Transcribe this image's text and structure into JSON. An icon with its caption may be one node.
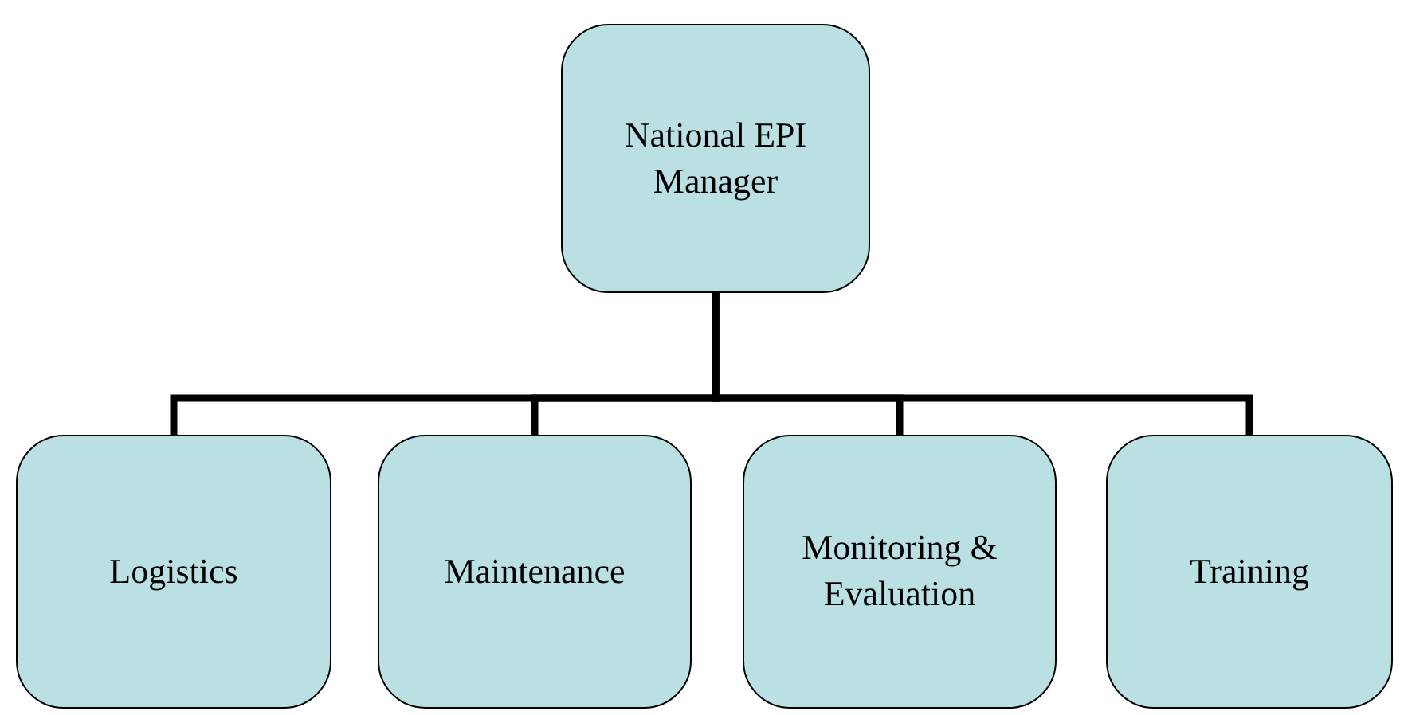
{
  "diagram": {
    "nodes": [
      {
        "text": [
          "National EPI Manager"
        ]
      },
      {
        "text": [
          "Logistics"
        ]
      },
      {
        "text": [
          "Maintenance"
        ]
      },
      {
        "text": [
          "Monitoring & Evaluation"
        ]
      },
      {
        "text": [
          "Training"
        ]
      }
    ],
    "edges": [
      {
        "from": 0,
        "to": 1,
        "arrow": "none"
      },
      {
        "from": 0,
        "to": 2,
        "arrow": "none"
      },
      {
        "from": 0,
        "to": 3,
        "arrow": "none"
      },
      {
        "from": 0,
        "to": 4,
        "arrow": "none"
      }
    ]
  }
}
